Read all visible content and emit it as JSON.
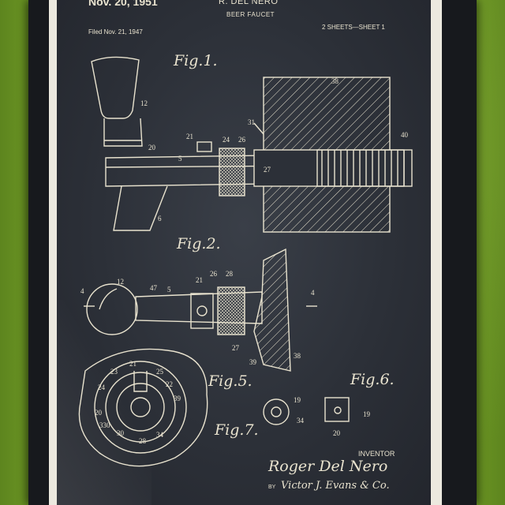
{
  "patent": {
    "date": "Nov. 20, 1951",
    "inventor_header": "R. DEL NERO",
    "title": "BEER FAUCET",
    "filed": "Filed Nov. 21, 1947",
    "sheets": "2 SHEETS—SHEET 1"
  },
  "figures": {
    "fig1": "Fig.1.",
    "fig2": "Fig.2.",
    "fig5": "Fig.5.",
    "fig6": "Fig.6.",
    "fig7": "Fig.7."
  },
  "signature": {
    "label": "INVENTOR",
    "inventor": "Roger Del Nero",
    "by": "BY",
    "attorney": "Victor J. Evans & Co."
  },
  "refs": {
    "r12a": "12",
    "r20a": "20",
    "r6": "6",
    "r21a": "21",
    "r24a": "24",
    "r26a": "26",
    "r5a": "5",
    "r27a": "27",
    "r38a": "38",
    "r31": "31",
    "r40": "40",
    "r12b": "12",
    "r47": "47",
    "r5b": "5",
    "r21b": "21",
    "r26b": "26",
    "r28": "28",
    "r27b": "27",
    "r39a": "39",
    "r38b": "38",
    "r4a": "4",
    "r4b": "4",
    "r23": "23",
    "r21c": "21",
    "r25": "25",
    "r22": "22",
    "r24b": "24",
    "r20b": "20",
    "r330": "330",
    "r30": "30",
    "r28b": "28",
    "r34a": "34",
    "r39b": "39",
    "r19a": "19",
    "r34b": "34",
    "r19b": "19",
    "r20c": "20"
  },
  "colors": {
    "wall": "#6f9a25",
    "frame": "#17191d",
    "mat": "#ece9df",
    "blueprint": "#2c3038",
    "ink": "#e9e3cf"
  }
}
